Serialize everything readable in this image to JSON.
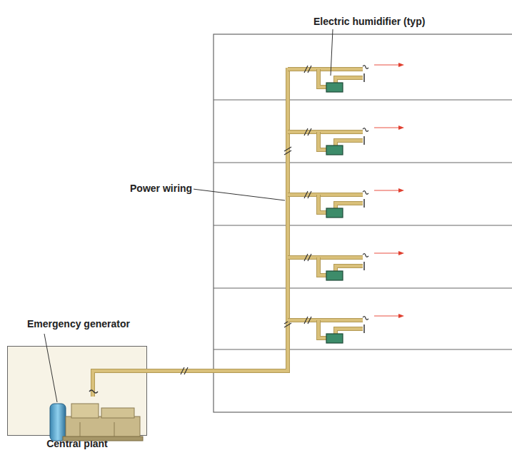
{
  "diagram": {
    "nodes": [
      {
        "text": [
          "Central plant"
        ]
      }
    ],
    "labels": [
      "Electric humidifier (typ)",
      "Power wiring",
      "Emergency generator"
    ]
  }
}
